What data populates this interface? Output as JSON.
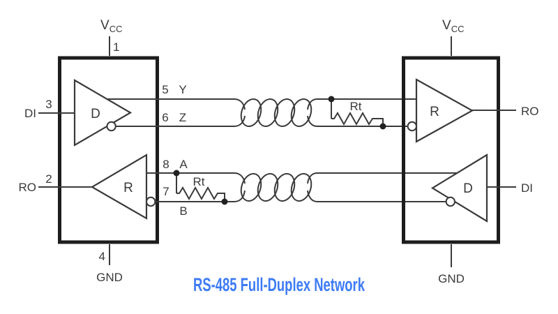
{
  "caption": {
    "text": "RS-485 Full-Duplex Network",
    "color": "#3D7BF4"
  },
  "colors": {
    "wire": "#3a3a3a",
    "box_border": "#1d1d1d",
    "label_text": "#3a3a3a",
    "background": "#ffffff"
  },
  "left_transceiver": {
    "vcc": {
      "main": "V",
      "sub": "CC",
      "pin": "1"
    },
    "gnd": {
      "label": "GND",
      "pin": "4"
    },
    "driver": {
      "gate": "D",
      "input_label": "DI",
      "input_pin": "3",
      "out_noninv_pin": "5",
      "out_noninv_label": "Y",
      "out_inv_pin": "6",
      "out_inv_label": "Z"
    },
    "receiver": {
      "gate": "R",
      "output_label": "RO",
      "output_pin": "2",
      "in_noninv_pin": "8",
      "in_noninv_label": "A",
      "in_inv_pin": "7",
      "in_inv_label": "B"
    }
  },
  "right_transceiver": {
    "vcc": {
      "main": "V",
      "sub": "CC"
    },
    "gnd": {
      "label": "GND"
    },
    "receiver": {
      "gate": "R",
      "output_label": "RO"
    },
    "driver": {
      "gate": "D",
      "input_label": "DI"
    }
  },
  "termination": {
    "top_resistor": "Rt",
    "bottom_resistor": "Rt"
  }
}
